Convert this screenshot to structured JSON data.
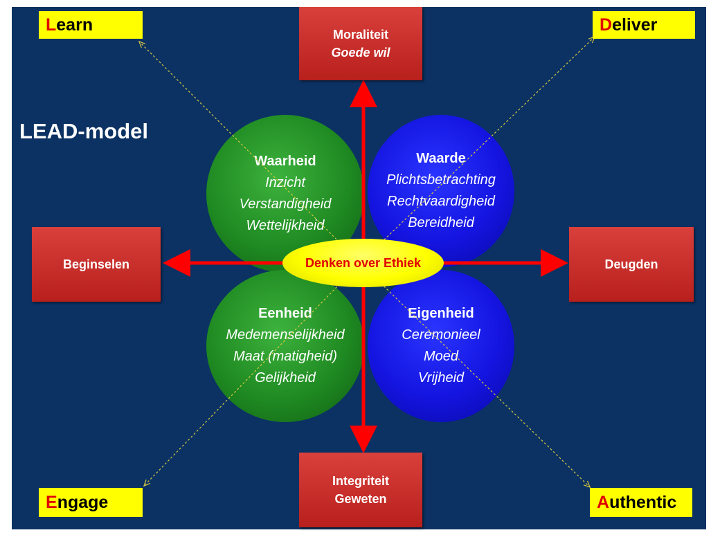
{
  "diagram": {
    "title": "LEAD-model",
    "corners": {
      "learn": {
        "first": "L",
        "rest": "earn"
      },
      "deliver": {
        "first": "D",
        "rest": "eliver"
      },
      "engage": {
        "first": "E",
        "rest": "ngage"
      },
      "authentic": {
        "first": "A",
        "rest": "uthentic"
      }
    },
    "boxes": {
      "top": {
        "line1": "Moraliteit",
        "line2": "Goede wil"
      },
      "left": {
        "line1": "Beginselen"
      },
      "right": {
        "line1": "Deugden"
      },
      "bottom": {
        "line1": "Integriteit",
        "line2": "Geweten"
      }
    },
    "center": "Denken over Ethiek",
    "circles": {
      "top_left": {
        "title": "Waarheid",
        "lines": [
          "Inzicht",
          "Verstandigheid",
          "Wettelijkheid"
        ]
      },
      "top_right": {
        "title": "Waarde",
        "lines": [
          "Plichtsbetrachting",
          "Rechtvaardigheid",
          "Bereidheid"
        ]
      },
      "bottom_left": {
        "title": "Eenheid",
        "lines": [
          "Medemenselijkheid",
          "Maat (matigheid)",
          "Gelijkheid"
        ]
      },
      "bottom_right": {
        "title": "Eigenheid",
        "lines": [
          "Ceremonieel",
          "Moed",
          "Vrijheid"
        ]
      }
    },
    "colors": {
      "background": "#0b3263",
      "arrow": "#ff0000",
      "box": "#c52b27",
      "green_circle": "#1f8a22",
      "blue_circle": "#1414e0",
      "center_ellipse": "#ffff00",
      "tag": "#ffff00",
      "accent_letter": "#e00000"
    }
  }
}
